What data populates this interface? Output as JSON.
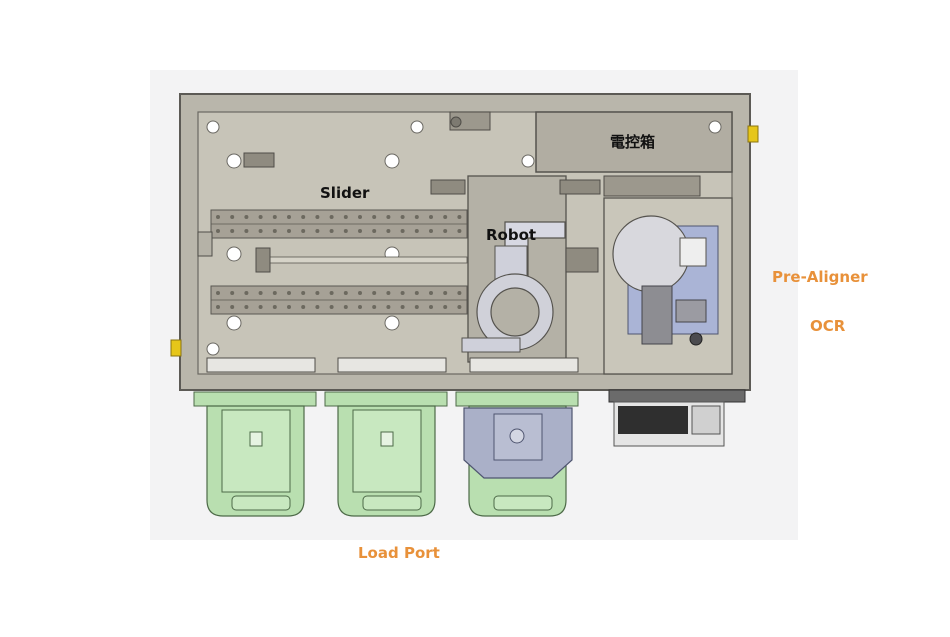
{
  "labels": {
    "control_box": "電控箱",
    "slider": "Slider",
    "robot": "Robot",
    "pre_aligner": "Pre-Aligner",
    "ocr": "OCR",
    "load_port": "Load Port"
  },
  "colors": {
    "frame": "#b9b6ab",
    "frame_edge": "#5c5a55",
    "floor": "#c7c4b8",
    "rail": "#a6a196",
    "load_port_green": "#b9dfb0",
    "accent_orange": "#e8913a",
    "aligner_blue": "#aab4d6",
    "yellow": "#e6c619"
  },
  "icons": [
    "mounting-hole-icon",
    "bolt-icon",
    "wafer-disc-icon",
    "connector-icon"
  ]
}
